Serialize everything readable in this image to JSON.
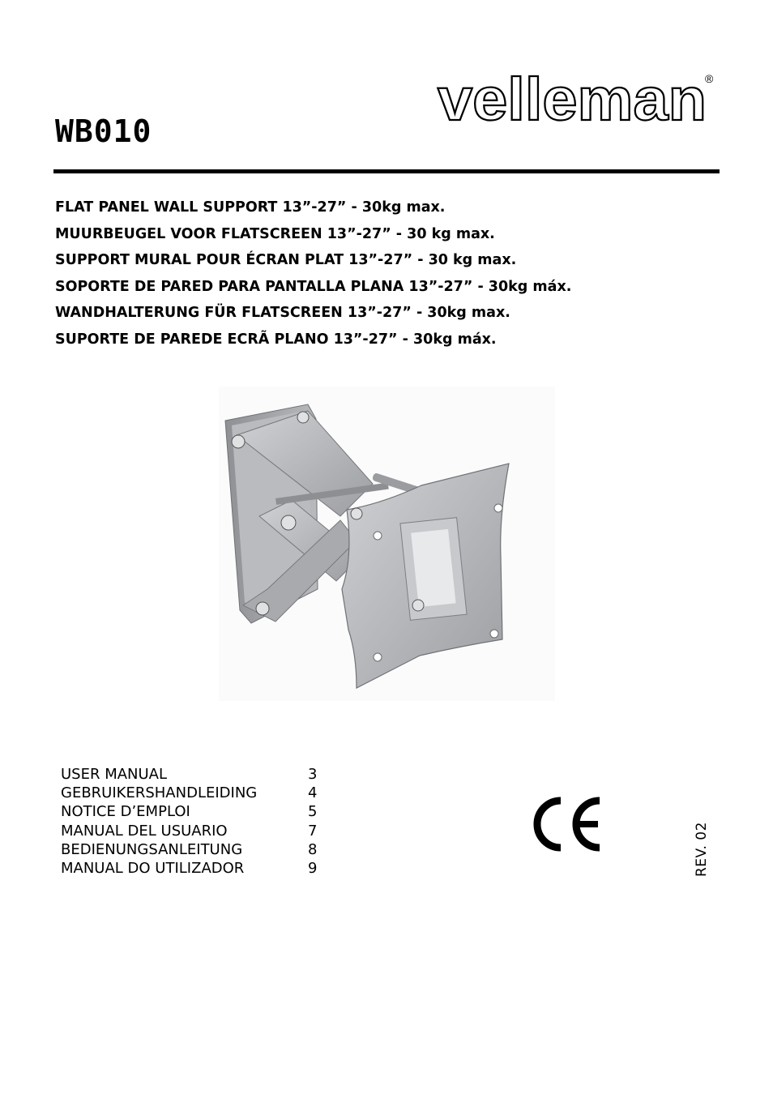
{
  "brand": {
    "logo_text": "velleman",
    "registered_mark": "®"
  },
  "model": "WB010",
  "titles": [
    "FLAT PANEL WALL SUPPORT 13”-27” - 30kg max.",
    "MUURBEUGEL VOOR FLATSCREEN 13”-27” - 30 kg max.",
    "SUPPORT MURAL POUR ÉCRAN PLAT 13”-27” - 30 kg max.",
    "SOPORTE DE PARED PARA PANTALLA PLANA 13”-27” - 30kg máx.",
    "WANDHALTERUNG FÜR FLATSCREEN 13”-27” - 30kg max.",
    "SUPORTE DE PAREDE ECRÃ PLANO 13”-27” - 30kg máx."
  ],
  "toc": [
    {
      "label": "USER MANUAL",
      "page": "3"
    },
    {
      "label": "GEBRUIKERSHANDLEIDING",
      "page": "4"
    },
    {
      "label": "NOTICE D’EMPLOI",
      "page": "5"
    },
    {
      "label": "MANUAL DEL USUARIO",
      "page": "7"
    },
    {
      "label": "BEDIENUNGSANLEITUNG",
      "page": "8"
    },
    {
      "label": "MANUAL DO UTILIZADOR",
      "page": "9"
    }
  ],
  "ce_mark": "CE",
  "revision": "REV. 02",
  "colors": {
    "text": "#000000",
    "bracket": "#b3b5b8",
    "background": "#ffffff"
  }
}
